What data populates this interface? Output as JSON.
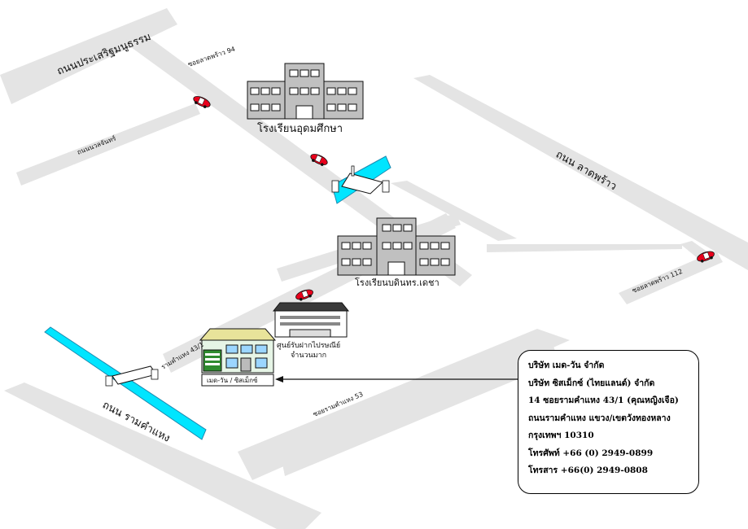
{
  "roads": {
    "prasert_manukitch": "ถนนประเสริฐมนูธรรม",
    "soi_ladprao_94": "ซอยลาดพร้าว 94",
    "nuanchan": "ถนนนวลจันทร์",
    "ladprao": "ถนน ลาดพร้าว",
    "soi_ladprao_112": "ซอยลาดพร้าว 112",
    "ramkhamhaeng_43_1": "รามคำแหง 43/1",
    "soi_ramkhamhaeng_53": "ซอยรามคำแหง 53",
    "ramkhamhaeng": "ถนน รามคำแหง"
  },
  "places": {
    "udom_suksa": "โรงเรียนอุดมศึกษา",
    "bodindecha": "โรงเรียนบดินทร.เดชา",
    "emporium_line1": "ศูนย์รับฝากไปรษณีย์",
    "emporium_line2": "จำนวนมาก",
    "company_label": "เมด-วัน / ซิสเม็กซ์"
  },
  "address": {
    "lines": [
      "บริษัท เมด-วัน จำกัด",
      "บริษัท ซิสเม็กซ์ (ไทยแลนด์) จำกัด",
      "14 ซอยรามคำแหง 43/1 (คุณหญิงเจือ)",
      "ถนนรามคำแหง แขวง/เขตวังทองหลาง",
      "กรุงเทพฯ 10310",
      "โทรศัพท์ +66 (0) 2949-0899",
      "โทรสาร +66(0) 2949-0808"
    ]
  },
  "colors": {
    "road": "#e4e4e4",
    "canal": "#00e5ff",
    "building": "#c0c0c0",
    "car": "#e8001c"
  }
}
